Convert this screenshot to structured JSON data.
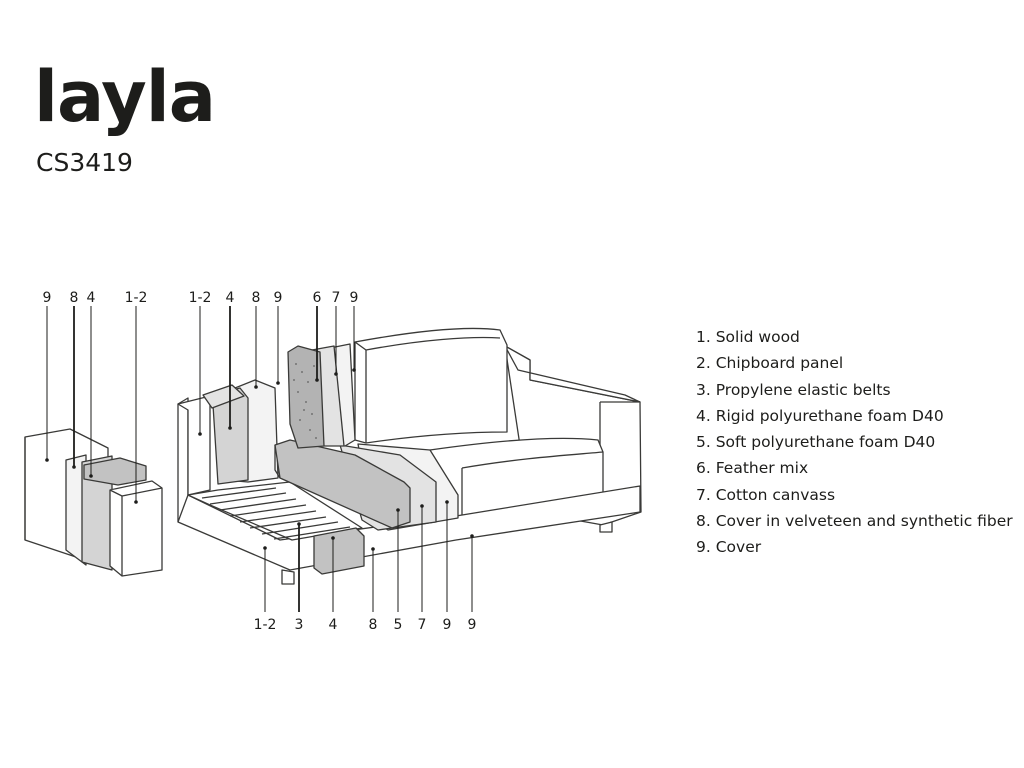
{
  "header": {
    "title": "layla",
    "code": "CS3419"
  },
  "legend": [
    "1. Solid wood",
    "2. Chipboard panel",
    "3. Propylene elastic belts",
    "4. Rigid polyurethane foam D40",
    "5. Soft polyurethane foam D40",
    "6. Feather mix",
    "7. Cotton canvass",
    "8. Cover in velveteen and synthetic fiber",
    "9.  Cover"
  ],
  "callouts": {
    "arm_left": [
      "9",
      "8",
      "4",
      "1-2"
    ],
    "sofa_top": [
      "1-2",
      "4",
      "8",
      "9",
      "6",
      "7",
      "9"
    ],
    "sofa_bottom": [
      "1-2",
      "3",
      "4",
      "8",
      "5",
      "7",
      "9",
      "9"
    ]
  }
}
